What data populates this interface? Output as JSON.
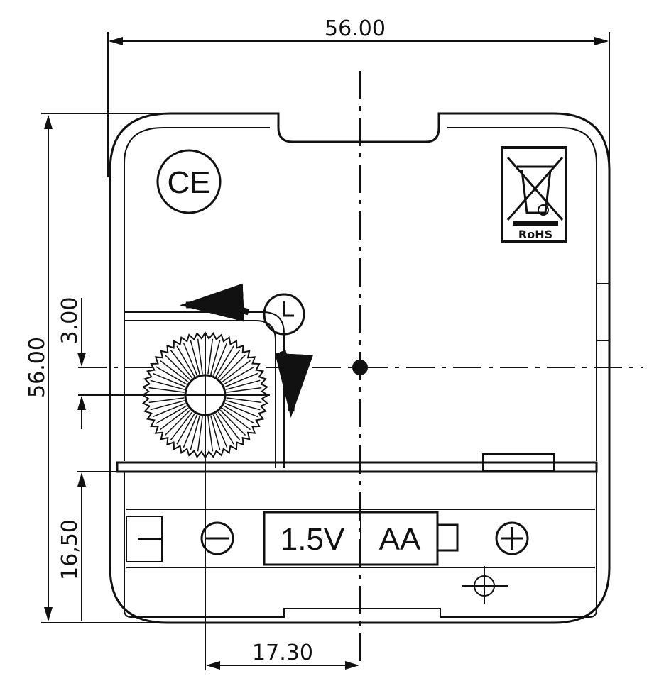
{
  "dimensions": {
    "width": "56.00",
    "height": "56.00",
    "offset_vertical": "3.00",
    "battery_section_height": "16,50",
    "shaft_offset_horizontal": "17.30"
  },
  "battery": {
    "voltage": "1.5V",
    "type": "AA"
  },
  "marks": {
    "ce": "CE",
    "rohs": "RoHS"
  },
  "icons": [
    "ce-mark-icon",
    "rohs-weee-bin-icon",
    "clock-icon",
    "rotation-arrow-icon",
    "minus-terminal-icon",
    "plus-terminal-icon"
  ]
}
